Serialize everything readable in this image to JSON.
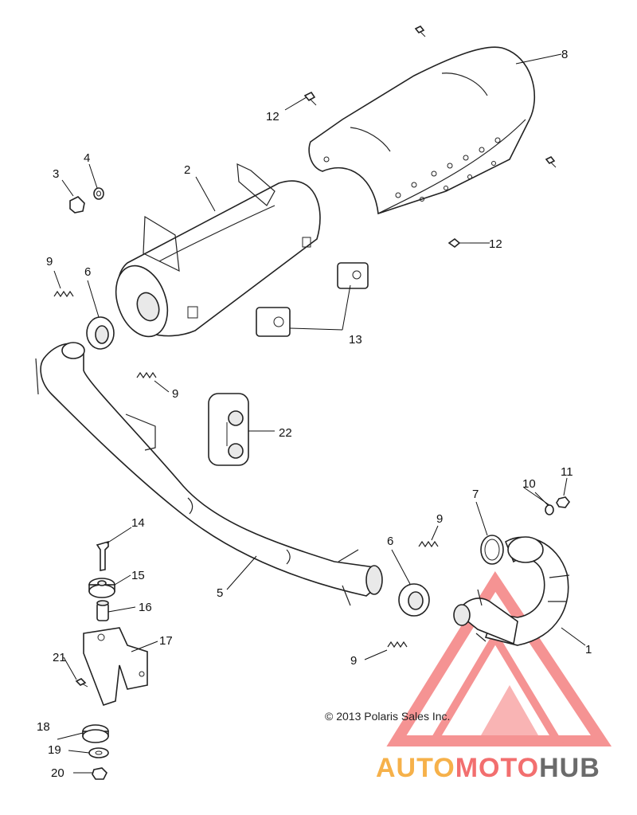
{
  "callouts": [
    {
      "id": "c1",
      "label": "1"
    },
    {
      "id": "c2",
      "label": "2"
    },
    {
      "id": "c3",
      "label": "3"
    },
    {
      "id": "c4",
      "label": "4"
    },
    {
      "id": "c5",
      "label": "5"
    },
    {
      "id": "c6a",
      "label": "6"
    },
    {
      "id": "c6b",
      "label": "6"
    },
    {
      "id": "c7",
      "label": "7"
    },
    {
      "id": "c8",
      "label": "8"
    },
    {
      "id": "c9a",
      "label": "9"
    },
    {
      "id": "c9b",
      "label": "9"
    },
    {
      "id": "c9c",
      "label": "9"
    },
    {
      "id": "c9d",
      "label": "9"
    },
    {
      "id": "c10",
      "label": "10"
    },
    {
      "id": "c11",
      "label": "11"
    },
    {
      "id": "c12a",
      "label": "12"
    },
    {
      "id": "c12b",
      "label": "12"
    },
    {
      "id": "c13",
      "label": "13"
    },
    {
      "id": "c14",
      "label": "14"
    },
    {
      "id": "c15",
      "label": "15"
    },
    {
      "id": "c16",
      "label": "16"
    },
    {
      "id": "c17",
      "label": "17"
    },
    {
      "id": "c18",
      "label": "18"
    },
    {
      "id": "c19",
      "label": "19"
    },
    {
      "id": "c20",
      "label": "20"
    },
    {
      "id": "c21",
      "label": "21"
    },
    {
      "id": "c22",
      "label": "22"
    }
  ],
  "copyright": "© 2013 Polaris Sales Inc.",
  "watermark": {
    "part1": "AUTO",
    "part2": "MOTO",
    "part3": "HUB",
    "color_primary": "#f6b14a",
    "color_secondary": "#f26f6f",
    "color_dark": "#6b6b6b"
  }
}
